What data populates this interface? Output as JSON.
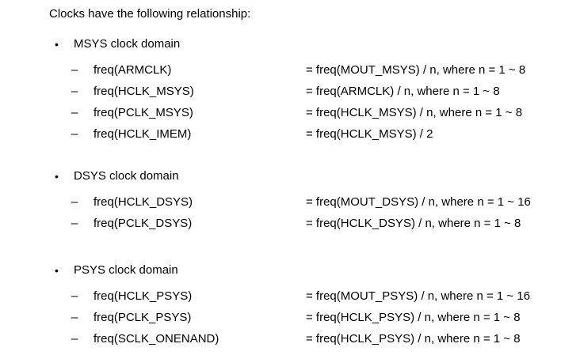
{
  "colors": {
    "text": "#000000",
    "background": "#ffffff"
  },
  "glyphs": {
    "bullet": "•",
    "dash": "–"
  },
  "document": {
    "intro": "Clocks have the following relationship:"
  },
  "sections": [
    {
      "heading": "MSYS clock domain",
      "items": [
        {
          "clock": "freq(ARMCLK)",
          "formula": "= freq(MOUT_MSYS) / n, where n = 1 ~ 8"
        },
        {
          "clock": "freq(HCLK_MSYS)",
          "formula": "= freq(ARMCLK) / n, where n = 1 ~ 8"
        },
        {
          "clock": "freq(PCLK_MSYS)",
          "formula": "= freq(HCLK_MSYS) / n, where n = 1 ~ 8"
        },
        {
          "clock": "freq(HCLK_IMEM)",
          "formula": "= freq(HCLK_MSYS) / 2"
        }
      ]
    },
    {
      "heading": "DSYS clock domain",
      "items": [
        {
          "clock": "freq(HCLK_DSYS)",
          "formula": "= freq(MOUT_DSYS) / n, where n = 1 ~ 16"
        },
        {
          "clock": "freq(PCLK_DSYS)",
          "formula": "= freq(HCLK_DSYS) / n, where n = 1 ~ 8"
        }
      ]
    },
    {
      "heading": "PSYS clock domain",
      "items": [
        {
          "clock": "freq(HCLK_PSYS)",
          "formula": "= freq(MOUT_PSYS) / n, where n = 1 ~ 16"
        },
        {
          "clock": "freq(PCLK_PSYS)",
          "formula": "= freq(HCLK_PSYS) / n, where n = 1 ~ 8"
        },
        {
          "clock": "freq(SCLK_ONENAND)",
          "formula": "= freq(HCLK_PSYS) / n, where n = 1 ~ 8"
        }
      ]
    }
  ]
}
